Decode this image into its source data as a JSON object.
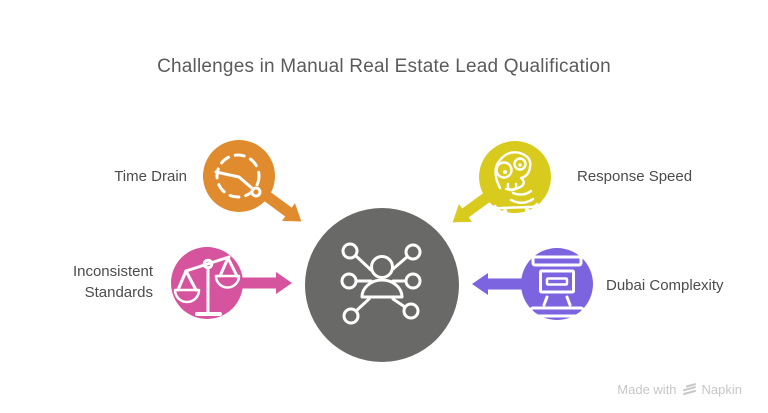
{
  "title": "Challenges in Manual Real Estate Lead Qualification",
  "center": {
    "icon": "person-network-icon",
    "color": "#696967"
  },
  "nodes": [
    {
      "label": "Time Drain",
      "icon": "clock-time-icon",
      "color": "#DF8B2E",
      "position": "top-left"
    },
    {
      "label": "Response Speed",
      "icon": "slow-snail-icon",
      "color": "#D9CB1E",
      "position": "top-right"
    },
    {
      "label": "Inconsistent Standards",
      "icon": "balance-scales-icon",
      "color": "#D5549D",
      "position": "middle-left"
    },
    {
      "label": "Dubai Complexity",
      "icon": "complexity-glyph-icon",
      "color": "#7C63DF",
      "position": "middle-right"
    }
  ],
  "watermark": {
    "text": "Made with",
    "brand": "Napkin",
    "icon": "napkin-logo-icon"
  },
  "colors": {
    "background": "#FFFFFF",
    "title_text": "#5B5B5B",
    "label_text": "#4C4C4C",
    "icon_stroke": "#FFFFFF",
    "watermark_text": "#C7C7C7"
  }
}
